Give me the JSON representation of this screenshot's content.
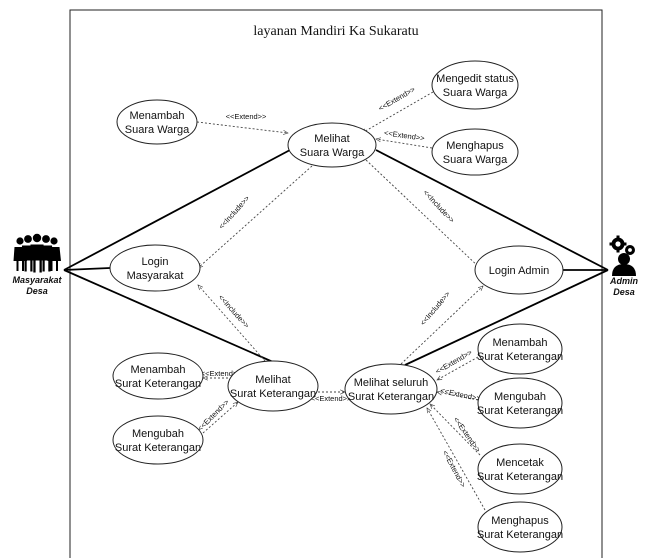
{
  "system": {
    "title": "layanan Mandiri Ka Sukaratu"
  },
  "actors": [
    {
      "id": "masyarakat",
      "label_lines": [
        "Masyarakat",
        "Desa"
      ]
    },
    {
      "id": "admin",
      "label_lines": [
        "Admin",
        "Desa"
      ]
    }
  ],
  "use_cases": [
    {
      "id": "menambah-suara",
      "lines": [
        "Menambah",
        "Suara Warga"
      ]
    },
    {
      "id": "melihat-suara",
      "lines": [
        "Melihat",
        "Suara Warga"
      ]
    },
    {
      "id": "mengedit-status",
      "lines": [
        "Mengedit status",
        "Suara Warga"
      ]
    },
    {
      "id": "menghapus-suara",
      "lines": [
        "Menghapus",
        "Suara Warga"
      ]
    },
    {
      "id": "login-masyarakat",
      "lines": [
        "Login",
        "Masyarakat"
      ]
    },
    {
      "id": "login-admin",
      "lines": [
        "Login Admin"
      ]
    },
    {
      "id": "menambah-surat-1",
      "lines": [
        "Menambah",
        "Surat Keterangan"
      ]
    },
    {
      "id": "melihat-surat",
      "lines": [
        "Melihat",
        "Surat Keterangan"
      ]
    },
    {
      "id": "mengubah-surat-1",
      "lines": [
        "Mengubah",
        "Surat Keterangan"
      ]
    },
    {
      "id": "melihat-seluruh-surat",
      "lines": [
        "Melihat seluruh",
        "Surat Keterangan"
      ]
    },
    {
      "id": "menambah-surat-2",
      "lines": [
        "Menambah",
        "Surat Keterangan"
      ]
    },
    {
      "id": "mengubah-surat-2",
      "lines": [
        "Mengubah",
        "Surat Keterangan"
      ]
    },
    {
      "id": "mencetak-surat",
      "lines": [
        "Mencetak",
        "Surat Keterangan"
      ]
    },
    {
      "id": "menghapus-surat",
      "lines": [
        "Menghapus",
        "Surat Keterangan"
      ]
    }
  ],
  "associations": [
    {
      "from": "masyarakat",
      "to": "melihat-suara"
    },
    {
      "from": "masyarakat",
      "to": "login-masyarakat"
    },
    {
      "from": "masyarakat",
      "to": "melihat-surat"
    },
    {
      "from": "admin",
      "to": "melihat-suara"
    },
    {
      "from": "admin",
      "to": "login-admin"
    },
    {
      "from": "admin",
      "to": "melihat-seluruh-surat"
    }
  ],
  "relations": [
    {
      "id": "r-menambah-suara",
      "from": "menambah-suara",
      "to": "melihat-suara",
      "label": "<<Extend>>"
    },
    {
      "id": "r-mengedit-status",
      "from": "mengedit-status",
      "to": "melihat-suara",
      "label": "<<Extend>>"
    },
    {
      "id": "r-menghapus-suara",
      "from": "menghapus-suara",
      "to": "melihat-suara",
      "label": "<<Extend>>"
    },
    {
      "id": "r-melihat-suara-login-m",
      "from": "melihat-suara",
      "to": "login-masyarakat",
      "label": "<<Include>>"
    },
    {
      "id": "r-melihat-suara-login-a",
      "from": "melihat-suara",
      "to": "login-admin",
      "label": "<<Include>>"
    },
    {
      "id": "r-melihat-surat-login-m",
      "from": "melihat-surat",
      "to": "login-masyarakat",
      "label": "<<Include>>"
    },
    {
      "id": "r-melihat-seluruh-login-a",
      "from": "melihat-seluruh-surat",
      "to": "login-admin",
      "label": "<<Include>>"
    },
    {
      "id": "r-menambah-surat-1",
      "from": "menambah-surat-1",
      "to": "melihat-surat",
      "label": "<<Extend>"
    },
    {
      "id": "r-mengubah-surat-1",
      "from": "mengubah-surat-1",
      "to": "melihat-surat",
      "label": "<<Extend>>"
    },
    {
      "id": "r-surat-seluruh",
      "from": "melihat-surat",
      "to": "melihat-seluruh-surat",
      "label": "<<Extend>>"
    },
    {
      "id": "r-menambah-surat-2",
      "from": "menambah-surat-2",
      "to": "melihat-seluruh-surat",
      "label": "<<Extend>>"
    },
    {
      "id": "r-mengubah-surat-2",
      "from": "mengubah-surat-2",
      "to": "melihat-seluruh-surat",
      "label": "<<Extend>>"
    },
    {
      "id": "r-mencetak-surat",
      "from": "mencetak-surat",
      "to": "melihat-seluruh-surat",
      "label": "<<Extend>>"
    },
    {
      "id": "r-menghapus-surat",
      "from": "menghapus-surat",
      "to": "melihat-seluruh-surat",
      "label": "<<Extend>>"
    }
  ]
}
